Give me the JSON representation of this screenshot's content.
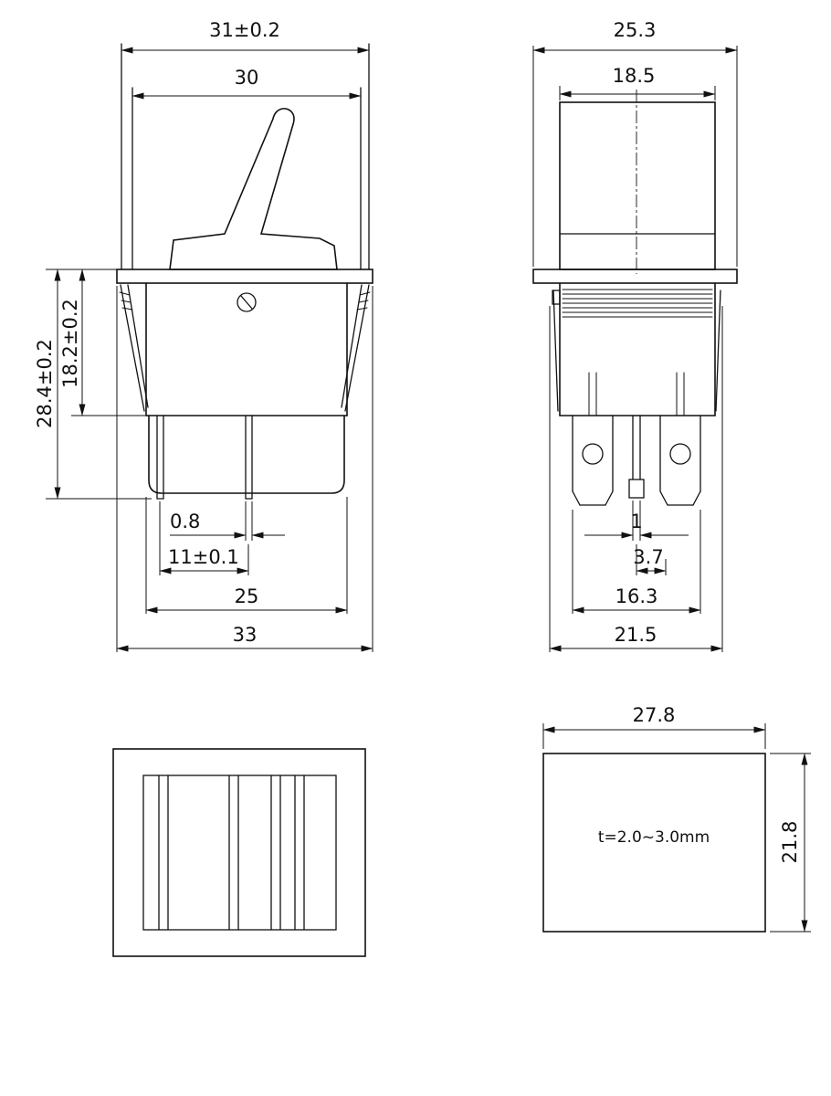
{
  "drawing": {
    "front_view": {
      "dim_top_outer": "31±0.2",
      "dim_top_inner": "30",
      "dim_height_overall": "28.4±0.2",
      "dim_height_body": "18.2±0.2",
      "dim_pin_width": "0.8",
      "dim_pin_pitch": "11±0.1",
      "dim_body_width": "25",
      "dim_flange_width": "33"
    },
    "side_view": {
      "dim_top_outer": "25.3",
      "dim_top_inner": "18.5",
      "dim_center_pin_width": "1",
      "dim_pin_offset": "3.7",
      "dim_terminal_span": "16.3",
      "dim_body_width": "21.5"
    },
    "panel_cutout": {
      "dim_width": "27.8",
      "dim_height": "21.8",
      "note_thickness": "t=2.0~3.0mm"
    }
  }
}
